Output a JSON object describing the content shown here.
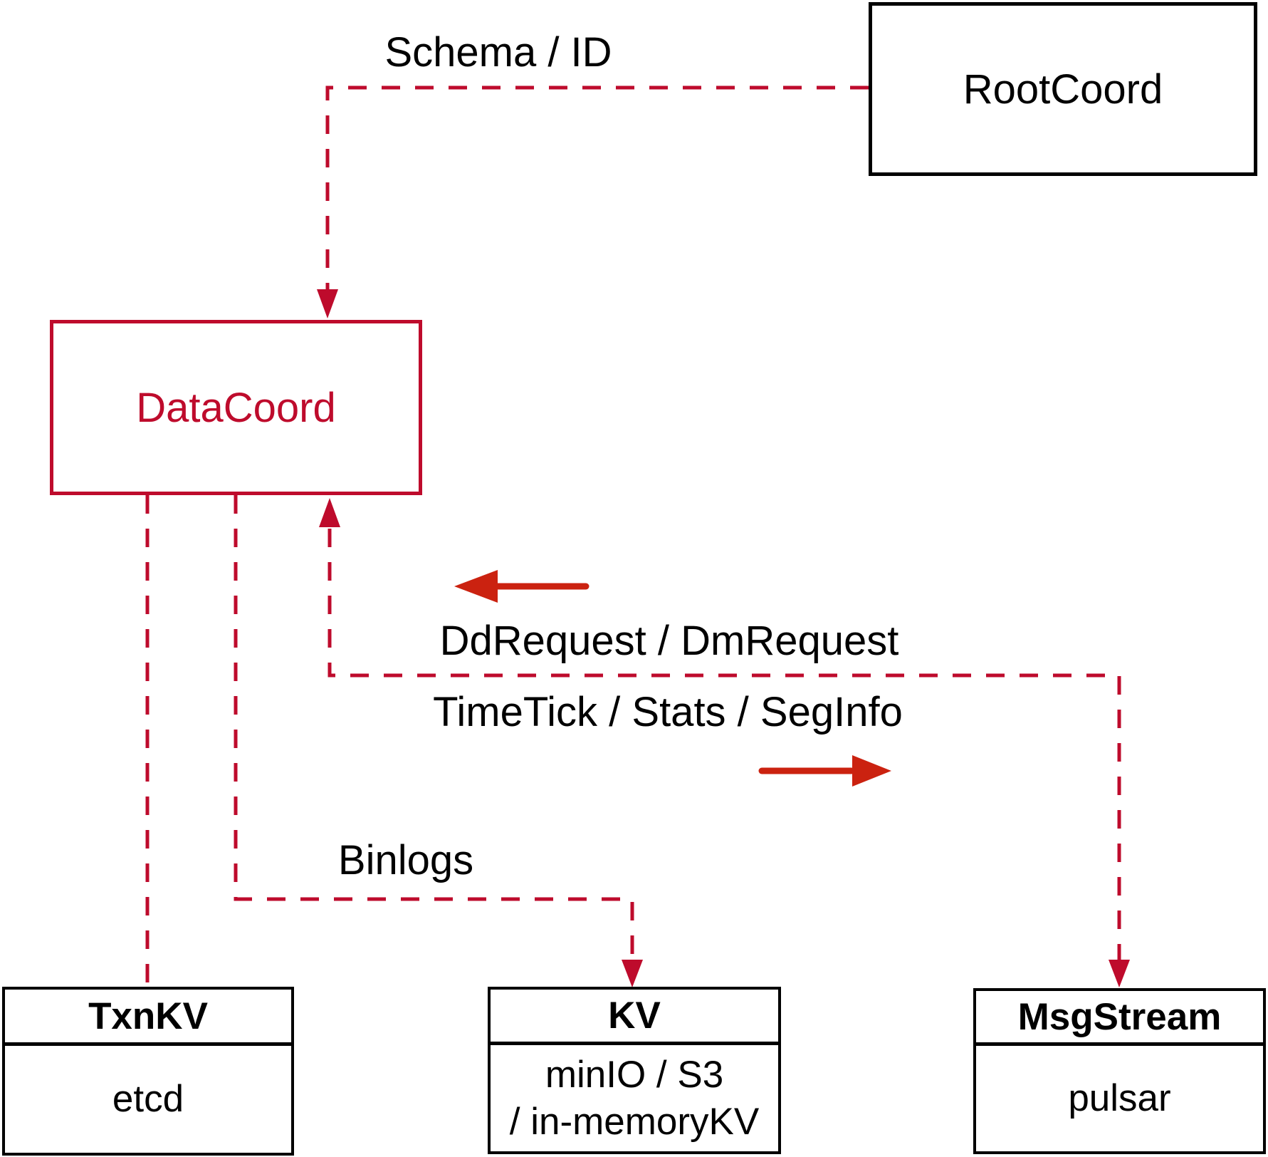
{
  "diagram": {
    "nodes": {
      "rootcoord": {
        "label": "RootCoord"
      },
      "datacoord": {
        "label": "DataCoord"
      },
      "txnkv": {
        "title": "TxnKV",
        "subtitle": "etcd"
      },
      "kv": {
        "title": "KV",
        "line1": "minIO / S3",
        "line2": "/ in-memoryKV"
      },
      "msgstream": {
        "title": "MsgStream",
        "subtitle": "pulsar"
      }
    },
    "edge_labels": {
      "schema_id": "Schema / ID",
      "dd_dm_request": "DdRequest / DmRequest",
      "timetick_stats_seginfo": "TimeTick / Stats / SegInfo",
      "binlogs": "Binlogs"
    },
    "colors": {
      "crimson": "#BE0B2C",
      "vermillion": "#CB2210",
      "box_border": "#000000",
      "text": "#000000",
      "background": "#FFFFFF"
    }
  }
}
